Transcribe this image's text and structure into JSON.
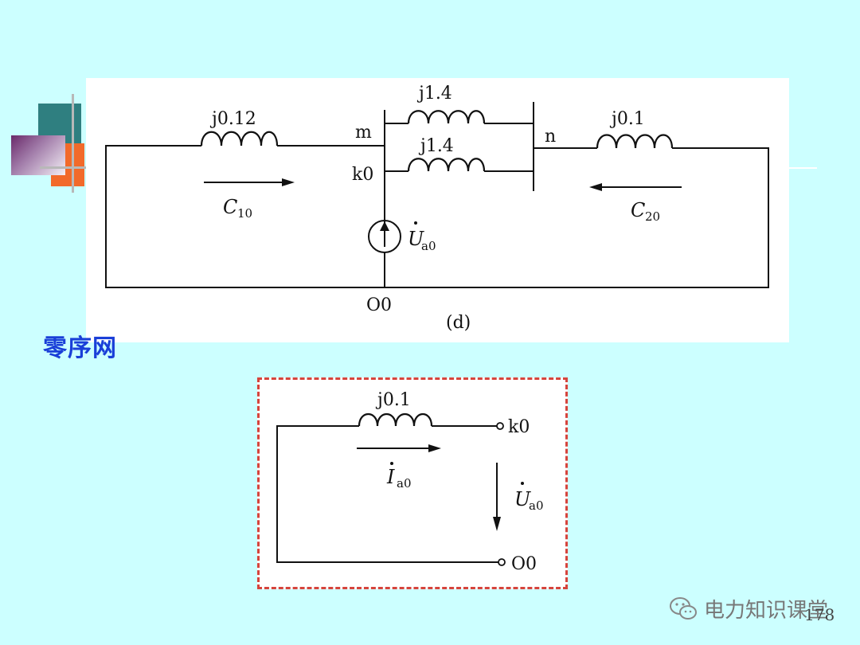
{
  "diagram_d": {
    "z_left": "j0.12",
    "z_top": "j1.4",
    "z_mid": "j1.4",
    "z_right": "j0.1",
    "node_m": "m",
    "node_n": "n",
    "node_k0": "k0",
    "node_o0": "O0",
    "current_left": "C",
    "current_left_sub": "10",
    "current_right": "C",
    "current_right_sub": "20",
    "source_label": "U",
    "source_sub": "a0",
    "caption": "(d)"
  },
  "network_label": "零序网",
  "equivalent": {
    "z": "j0.1",
    "node_k0": "k0",
    "node_o0": "O0",
    "current": "I",
    "current_sub": "a0",
    "voltage": "U",
    "voltage_sub": "a0"
  },
  "watermark": "电力知识课堂",
  "page_number": "178",
  "colors": {
    "background": "#ccffff",
    "label_blue": "#1a3fd8",
    "dashed_border": "#d6443c"
  }
}
